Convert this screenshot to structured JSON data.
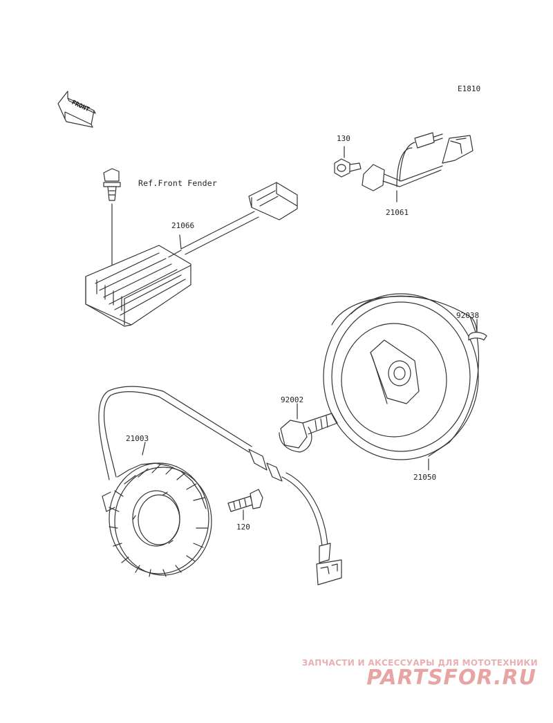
{
  "diagram_code": "E1810",
  "reference_note": "Ref.Front Fender",
  "front_arrow_text": "FRONT",
  "parts": [
    {
      "number": "130"
    },
    {
      "number": "21061"
    },
    {
      "number": "21066"
    },
    {
      "number": "92038"
    },
    {
      "number": "92002"
    },
    {
      "number": "21003"
    },
    {
      "number": "21050"
    },
    {
      "number": "120"
    }
  ],
  "watermark": {
    "tagline": "ЗАПЧАСТИ И АКСЕССУАРЫ ДЛЯ МОТОТЕХНИКИ",
    "logo": "PARTSFOR.RU"
  },
  "colors": {
    "line": "#333333",
    "watermark": "#e8a3a3"
  }
}
